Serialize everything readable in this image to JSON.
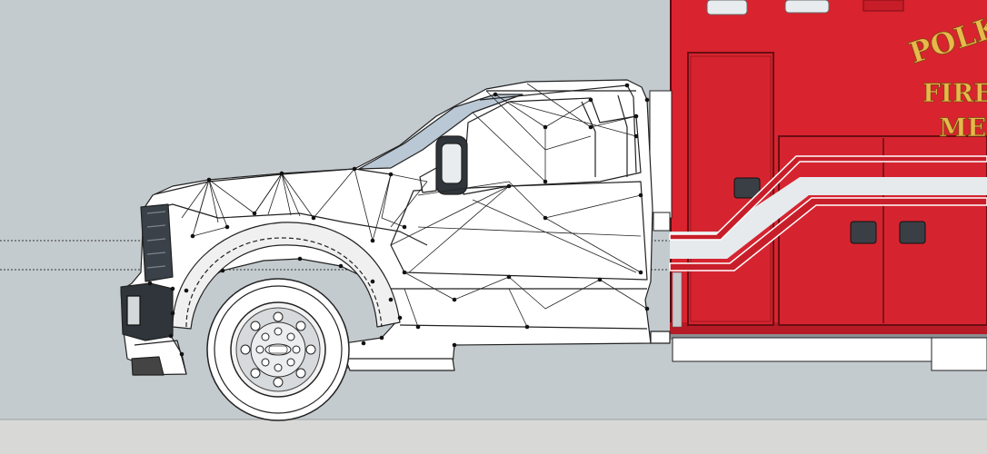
{
  "scene": {
    "box_text": {
      "line1": "POLK",
      "line2": "FIRE",
      "line3": "ME"
    }
  },
  "colors": {
    "background": "#c4cbcf",
    "ground": "#d8d9d7",
    "ambulance_red": "#d9232e",
    "stripe_white": "#e6eaec",
    "stripe_red": "#c81e2a",
    "lettering": "#e8b84c",
    "wireframe": "#222222",
    "cab_fill": "#ffffff",
    "window_tint": "#b9c8d4"
  }
}
